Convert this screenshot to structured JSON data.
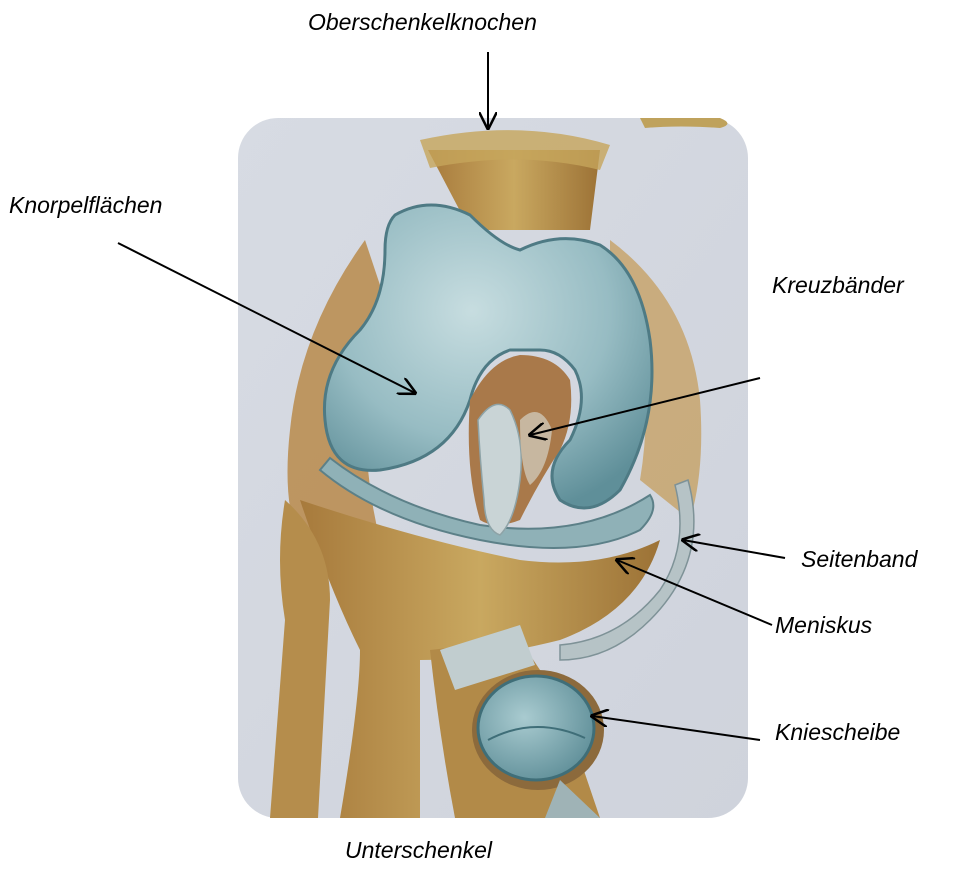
{
  "labels": {
    "femur": "Oberschenkelknochen",
    "cartilage": "Knorpelflächen",
    "cruciate_ligaments": "Kreuzbänder",
    "collateral_ligament": "Seitenband",
    "meniscus": "Meniskus",
    "kneecap": "Kniescheibe",
    "lower_leg": "Unterschenkel"
  },
  "colors": {
    "background_panel": "#d9dde4",
    "bone": "#b89a56",
    "cartilage": "#9fc2c8",
    "text": "#000000"
  }
}
